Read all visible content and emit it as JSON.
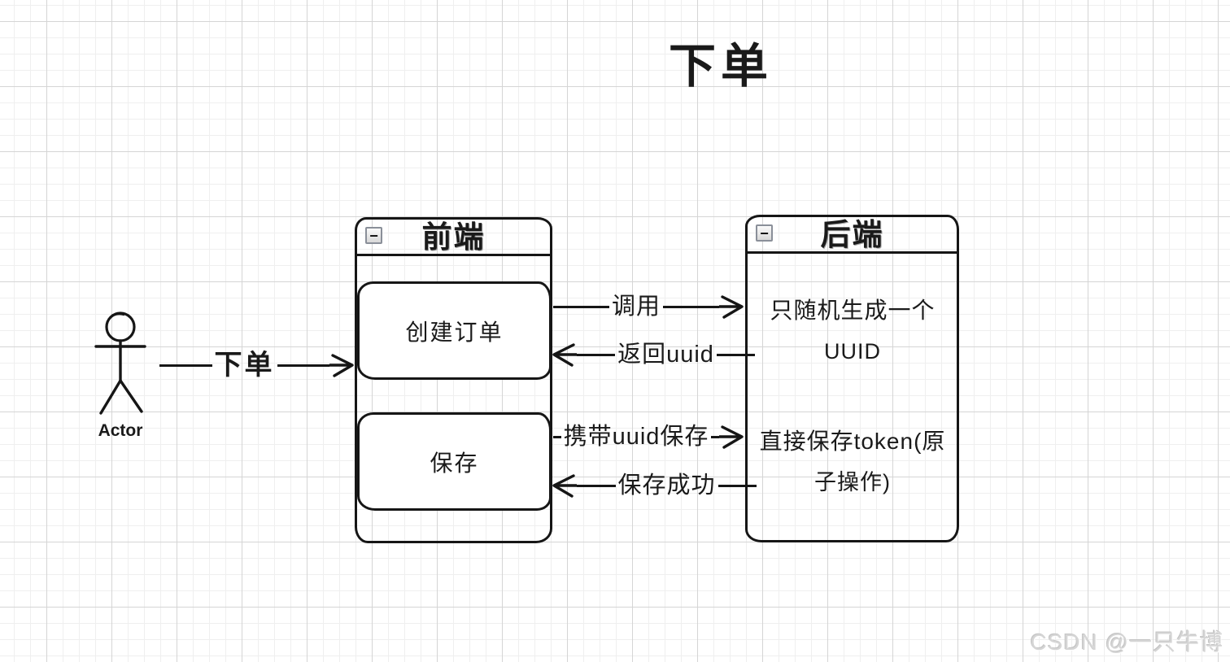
{
  "title": "下单",
  "watermark": "CSDN @一只牛博",
  "actor": {
    "label": "Actor"
  },
  "actor_arrow": {
    "label": "下单"
  },
  "frontend": {
    "header": "前端",
    "collapse_icon": "−",
    "nodes": [
      {
        "label": "创建订单"
      },
      {
        "label": "保存"
      }
    ]
  },
  "backend": {
    "header": "后端",
    "collapse_icon": "−",
    "notes": [
      {
        "line1": "只随机生成一个",
        "line2": "UUID"
      },
      {
        "line1": "直接保存token(原",
        "line2": "子操作)"
      }
    ]
  },
  "messages": [
    {
      "label": "调用",
      "direction": "right"
    },
    {
      "label": "返回uuid",
      "direction": "left"
    },
    {
      "label": "携带uuid保存",
      "direction": "right"
    },
    {
      "label": "保存成功",
      "direction": "left"
    }
  ],
  "colors": {
    "ink": "#161616",
    "grid_minor": "#efefef",
    "grid_major": "#d5d5d5",
    "watermark": "#d5d5d5"
  }
}
